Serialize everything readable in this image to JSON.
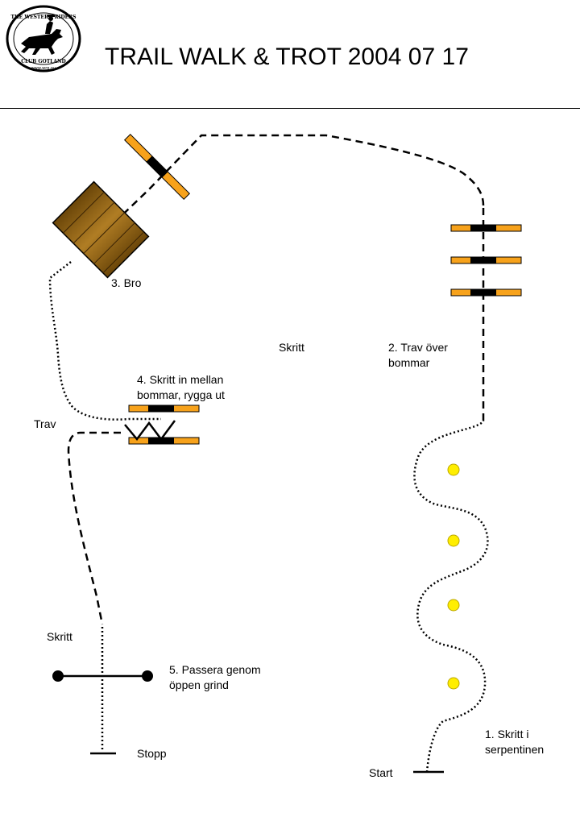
{
  "header": {
    "title": "TRAIL WALK & TROT 2004 07 17",
    "logo": {
      "top_text": "THE WESTERN RIDERS",
      "bottom_text": "CLUB GOTLAND",
      "url": "www.wrg.nu"
    }
  },
  "labels": {
    "bro": "3. Bro",
    "skritt_center": "Skritt",
    "trav_over_1": "2. Trav över",
    "trav_over_2": "bommar",
    "skritt_in_1": "4. Skritt in mellan",
    "skritt_in_2": "bommar, rygga ut",
    "trav": "Trav",
    "skritt_left": "Skritt",
    "passera_1": "5. Passera genom",
    "passera_2": "öppen grind",
    "stopp": "Stopp",
    "skritt_serp_1": "1. Skritt i",
    "skritt_serp_2": "serpentinen",
    "start": "Start"
  },
  "colors": {
    "pole_orange": "#f7a21b",
    "bridge_brown": "#9a6a1a",
    "cone_yellow": "#ffee00",
    "ink": "#000000"
  }
}
